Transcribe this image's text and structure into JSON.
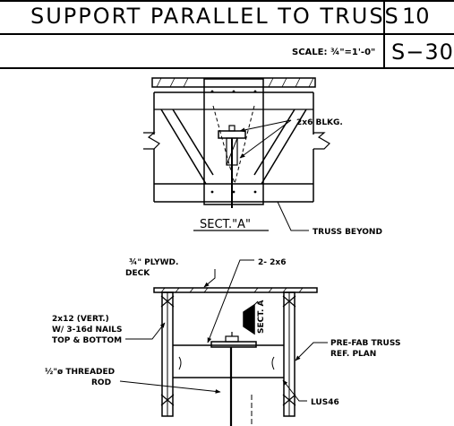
{
  "title_block": {
    "title": "SUPPORT PARALLEL TO TRUSS",
    "detail_number": "10",
    "scale": "SCALE: ¾\"=1'-0\"",
    "sheet": "S−30"
  },
  "section_view": {
    "blocking_label": "2x6 BLKG.",
    "section_title": "SECT.\"A\"",
    "truss_label": "TRUSS BEYOND"
  },
  "elevation_view": {
    "deck_label": [
      "¾\" PLYWD.",
      "DECK"
    ],
    "member_label": "2- 2x6",
    "section_marker": "SECT. A",
    "vertical_label": [
      "2x12 (VERT.)",
      "W/ 3-16d NAILS",
      "TOP & BOTTOM"
    ],
    "truss_label": [
      "PRE-FAB TRUSS",
      "REF. PLAN"
    ],
    "rod_label": [
      "½\"ø THREADED",
      "ROD"
    ],
    "hanger_label": "LUS46"
  }
}
